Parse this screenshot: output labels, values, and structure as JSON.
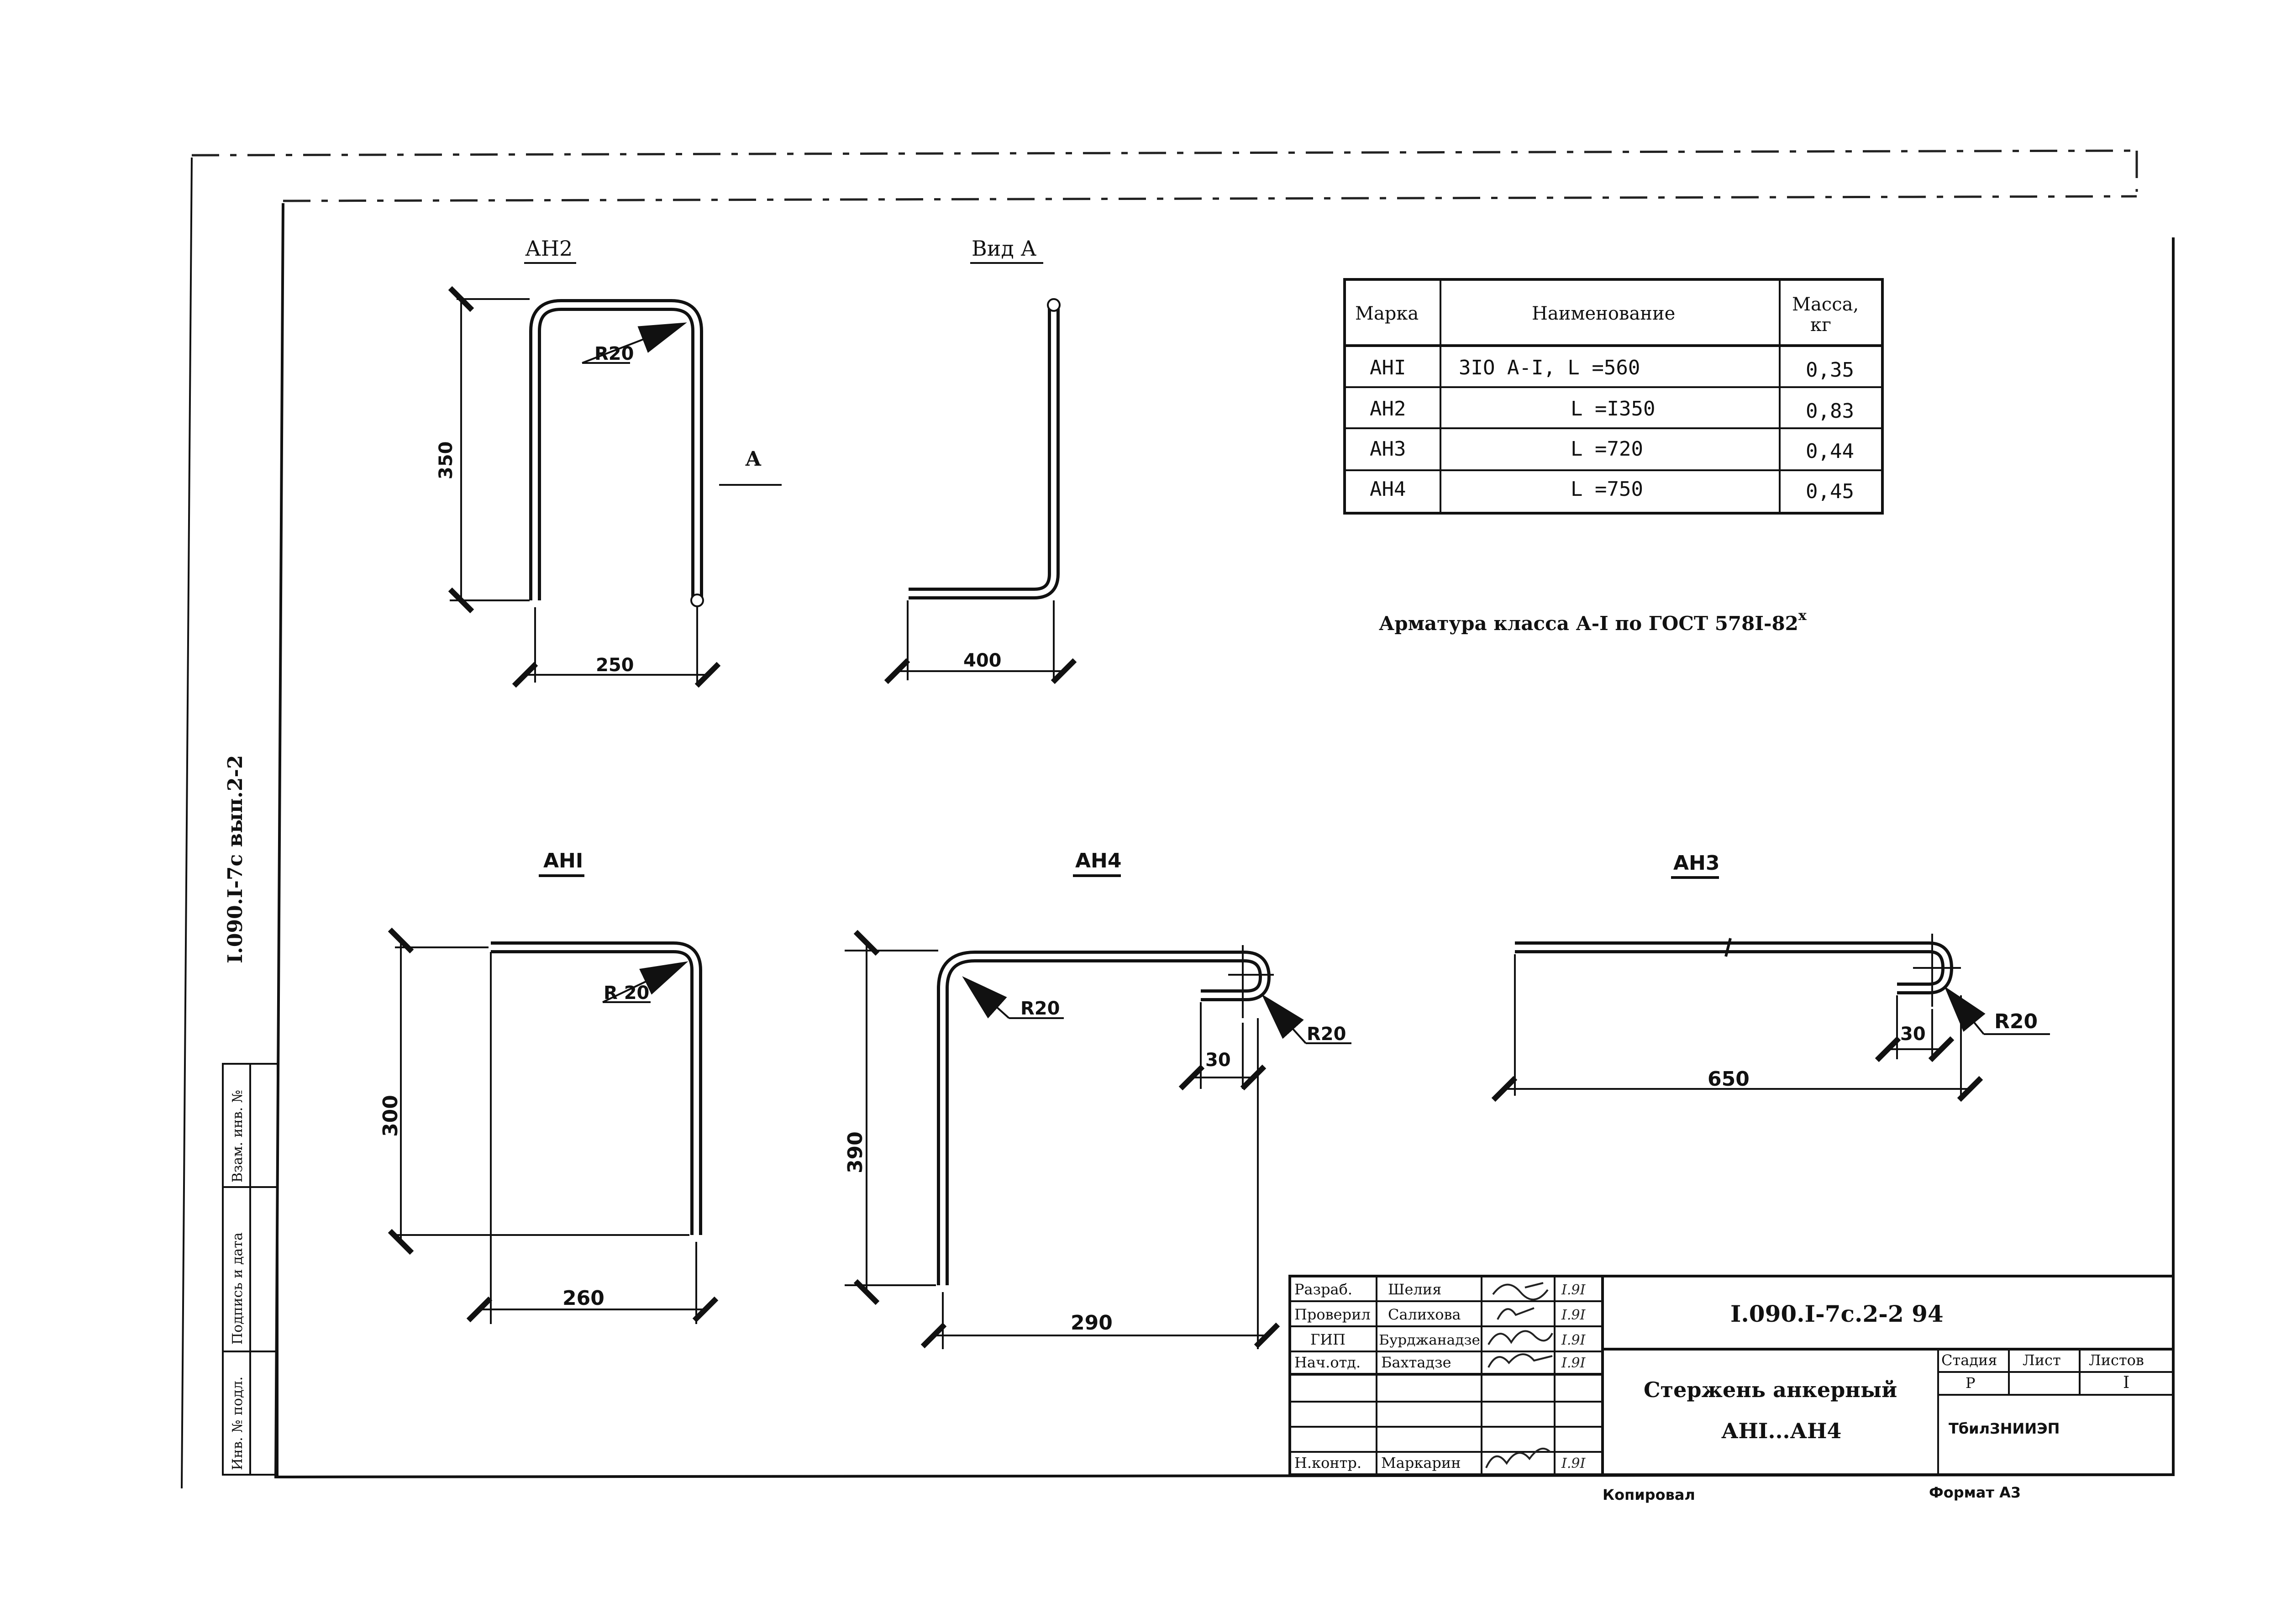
{
  "views": {
    "an2": {
      "title": "АН2",
      "radius": "R20",
      "height": "350",
      "width": "250",
      "view_marker": "А"
    },
    "vid_a": {
      "title": "Вид А",
      "width": "400"
    },
    "an1": {
      "title": "АНI",
      "radius": "R 20",
      "height": "300",
      "width": "260"
    },
    "an4": {
      "title": "АН4",
      "radius_left": "R20",
      "radius_right": "R20",
      "hook": "30",
      "height": "390",
      "width": "290"
    },
    "an3": {
      "title": "АН3",
      "radius": "R20",
      "hook": "30",
      "width": "650"
    }
  },
  "spec_table": {
    "headers": {
      "mark": "Марка",
      "name": "Наименование",
      "mass_1": "Масса,",
      "mass_2": "кг"
    },
    "rows": [
      {
        "mark": "АНI",
        "name": "ЗІО А-I,  L =560",
        "mass": "0,35"
      },
      {
        "mark": "АН2",
        "name": "L =I350",
        "mass": "0,83"
      },
      {
        "mark": "АН3",
        "name": "L =720",
        "mass": "0,44"
      },
      {
        "mark": "АН4",
        "name": "L =750",
        "mass": "0,45"
      }
    ]
  },
  "note": {
    "text": "Арматура класса А-I по ГОСТ 578I-82",
    "sup": "х"
  },
  "side_code": "I.090.I-7с вып.2-2",
  "side_stamp": {
    "inv": "Инв. № подл.",
    "sign": "Подпись и дата",
    "vzam": "Взам. инв. №"
  },
  "title_block": {
    "roles": [
      "Разраб.",
      "Проверил",
      "ГИП",
      "Нач.отд.",
      "",
      "",
      "Н.контр."
    ],
    "names": [
      "Шелия",
      "Салихова",
      "Бурджанадзе",
      "Бахтадзе",
      "",
      "",
      "Маркарин"
    ],
    "dates": [
      "I.9I",
      "I.9I",
      "I.9I",
      "I.9I",
      "",
      "",
      "I.9I"
    ],
    "doc_code": "I.090.I-7с.2-2 94",
    "title_line1": "Стержень анкерный",
    "title_line2": "АНI...АН4",
    "stage_head": "Стадия",
    "sheet_head": "Лист",
    "sheets_head": "Листов",
    "stage": "Р",
    "sheet": "",
    "sheets": "I",
    "org": "ТбилЗНИИЭП"
  },
  "footer": {
    "copied": "Копировал",
    "format": "Формат А3"
  }
}
